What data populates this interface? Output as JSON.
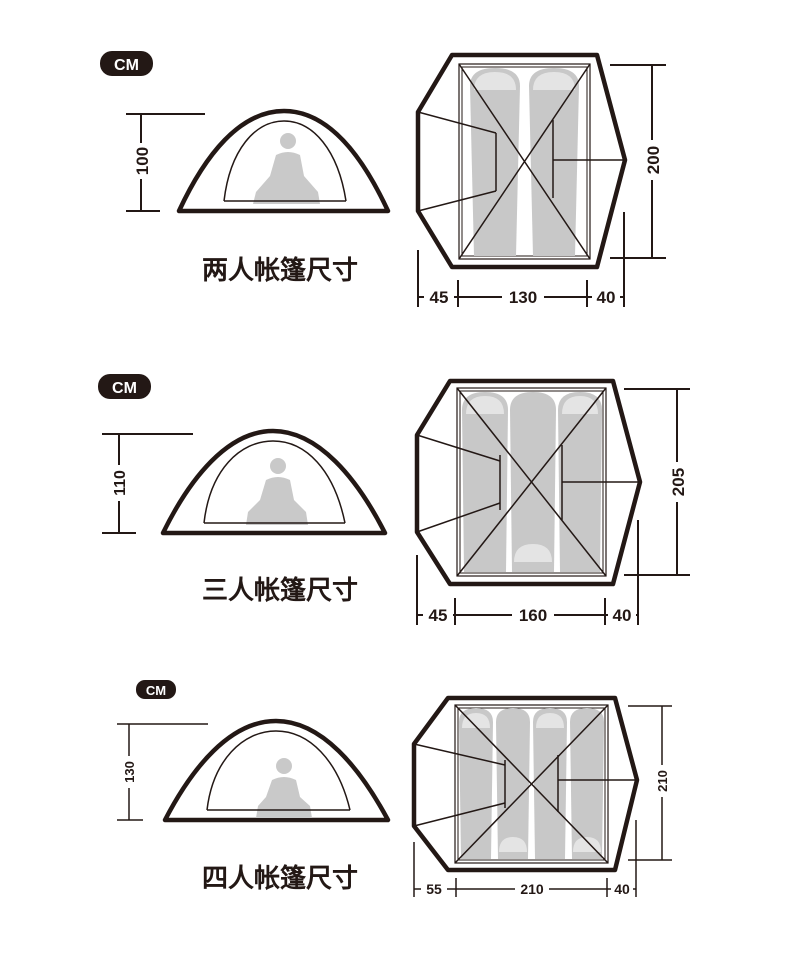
{
  "colors": {
    "ink": "#231815",
    "person": "#c9c9c9",
    "bag": "#c8c8c8",
    "floor": "#d9d9d9",
    "badge_bg": "#231815",
    "badge_text": "#ffffff"
  },
  "tents": [
    {
      "unit": "CM",
      "title": "两人帐篷尺寸",
      "height": "100",
      "length": "200",
      "vestibule_front": "45",
      "width": "130",
      "vestibule_back": "40",
      "sleeping_bags": 2
    },
    {
      "unit": "CM",
      "title": "三人帐篷尺寸",
      "height": "110",
      "length": "205",
      "vestibule_front": "45",
      "width": "160",
      "vestibule_back": "40",
      "sleeping_bags": 3
    },
    {
      "unit": "CM",
      "title": "四人帐篷尺寸",
      "height": "130",
      "length": "210",
      "vestibule_front": "55",
      "width": "210",
      "vestibule_back": "40",
      "sleeping_bags": 4
    }
  ]
}
